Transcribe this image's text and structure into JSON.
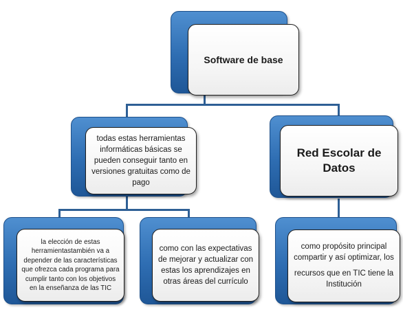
{
  "diagram": {
    "root": {
      "text": "Software de base"
    },
    "level1": [
      {
        "text": "todas estas herramientas informáticas básicas se pueden  conseguir tanto en versiones gratuitas como de pago"
      },
      {
        "text": "Red Escolar de Datos"
      }
    ],
    "level2": [
      {
        "text": "la elección de estas herramientastambién va a depender de las características que ofrezca cada programa para cumplir tanto con los objetivos en la enseñanza de las TIC"
      },
      {
        "text": "como con las expectativas de mejorar y actualizar con estas los aprendizajes en otras áreas del currículo"
      },
      {
        "text_line1": "como propósito principal compartir y así optimizar, los",
        "text_line2": "recursos que en TIC tiene la Institución"
      }
    ]
  },
  "colors": {
    "box_blue": "#2e6db2",
    "connector": "#2e5f95",
    "card_border": "#1d1d1d"
  }
}
